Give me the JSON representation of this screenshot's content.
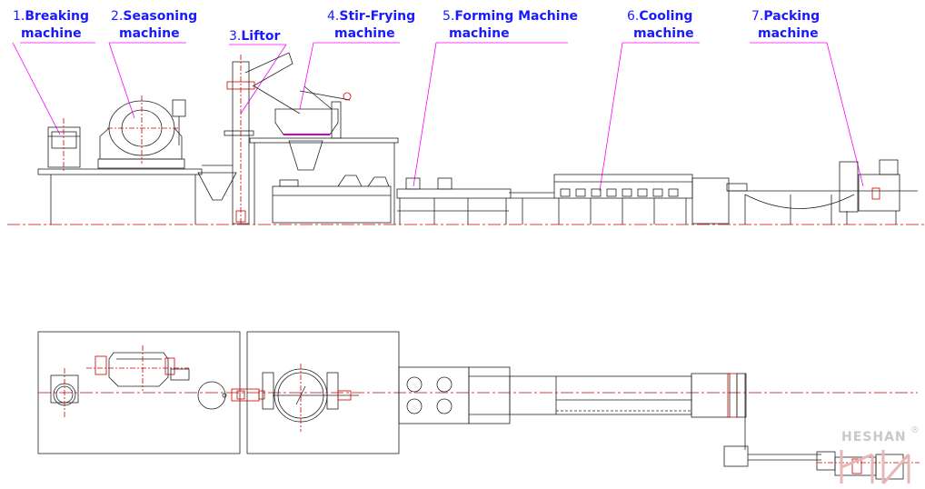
{
  "labels": [
    {
      "num": "1.",
      "line1": "Breaking",
      "line2": "machine"
    },
    {
      "num": "2.",
      "line1": "Seasoning",
      "line2": "machine"
    },
    {
      "num": "3.",
      "line1": "Liftor",
      "line2": ""
    },
    {
      "num": "4.",
      "line1": "Stir-Frying",
      "line2": "machine"
    },
    {
      "num": "5.",
      "line1": "Forming Machine",
      "line2": "machine"
    },
    {
      "num": "6.",
      "line1": "Cooling",
      "line2": "machine"
    },
    {
      "num": "7.",
      "line1": "Packing",
      "line2": "machine"
    }
  ],
  "brand": {
    "name": "HESHAN",
    "mark": "®"
  },
  "colors": {
    "label": "#1a1aff",
    "leader": "#ff00ff",
    "centerline": "#cc0000",
    "outline": "#222222",
    "logo": "#c9c9c9",
    "logo_accent": "#e5b7b7"
  }
}
